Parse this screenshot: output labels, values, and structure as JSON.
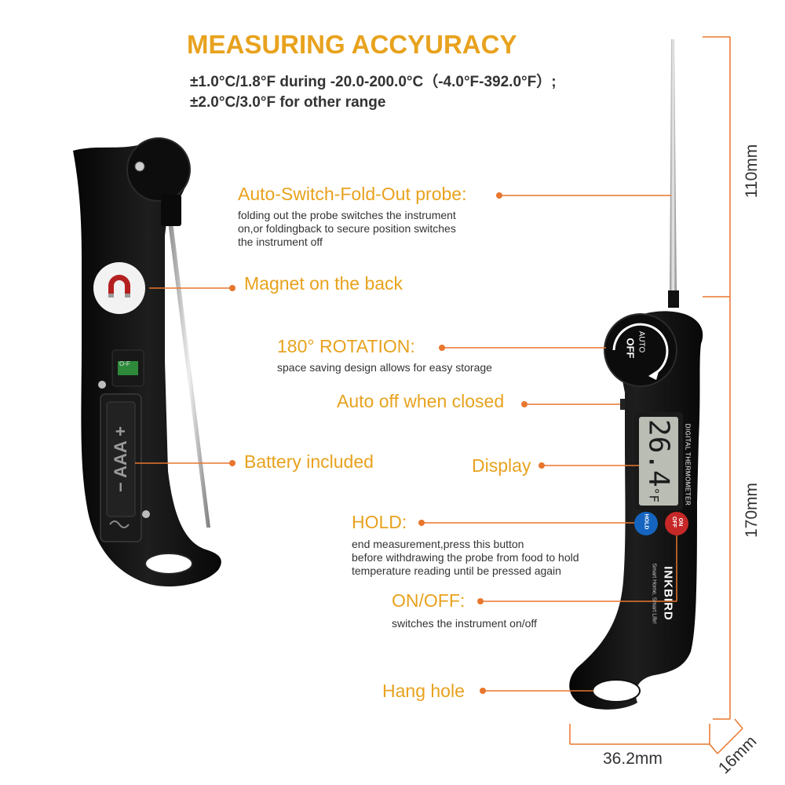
{
  "header": {
    "title": "MEASURING ACCYURACY",
    "spec_line1": "±1.0°C/1.8°F during -20.0-200.0°C（-4.0°F-392.0°F）;",
    "spec_line2": "±2.0°C/3.0°F for other range"
  },
  "features": {
    "probe_title": "Auto-Switch-Fold-Out probe:",
    "probe_desc_1": "folding out the probe switches the instrument",
    "probe_desc_2": "on,or foldingback to secure position switches",
    "probe_desc_3": "the instrument off",
    "magnet": "Magnet on the back",
    "rotation_title": "180° ROTATION:",
    "rotation_desc": "space saving design allows for easy storage",
    "auto_off": "Auto off when closed",
    "battery": "Battery included",
    "display": "Display",
    "hold_title": "HOLD:",
    "hold_desc_1": "end measurement,press this button",
    "hold_desc_2": "before withdrawing the probe from food to hold",
    "hold_desc_3": "temperature reading until be pressed again",
    "onoff_title": "ON/OFF:",
    "onoff_desc": "switches the instrument on/off",
    "hang": "Hang hole"
  },
  "dimensions": {
    "probe_length": "110mm",
    "body_length": "170mm",
    "width": "36.2mm",
    "depth": "16mm"
  },
  "device": {
    "reading": "26.4",
    "unit": "°F",
    "label_vertical": "DIGITAL THERMOMETER",
    "brand": "INKBIRD",
    "slogan": "Smart Home, Smart Life!",
    "auto_label": "AUTO",
    "off_label": "OFF",
    "hold_btn": "HOLD",
    "on_btn": "ON",
    "off_btn": "OFF",
    "battery_label": "AAA",
    "battery_minus": "−",
    "battery_plus": "+",
    "on_off_tag": "O-F"
  },
  "colors": {
    "accent": "#e8a21e",
    "leader": "#e8762e",
    "body": "#111111",
    "dimension_line": "#e8762e"
  }
}
